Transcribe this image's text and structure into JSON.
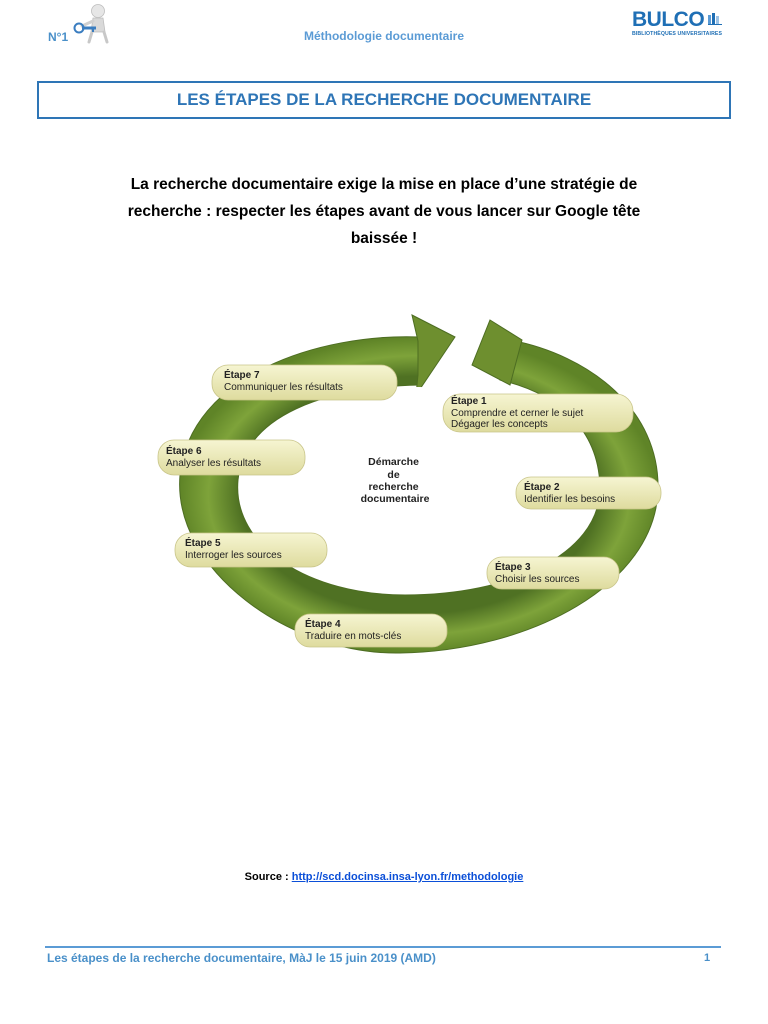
{
  "header": {
    "number": "N°1",
    "title": "Méthodologie documentaire",
    "logo": {
      "name": "BULCO",
      "subtitle": "BIBLIOTHÈQUES UNIVERSITAIRES"
    }
  },
  "title": "LES ÉTAPES DE LA RECHERCHE DOCUMENTAIRE",
  "intro": "La recherche documentaire exige la mise en place d’une stratégie de recherche : respecter les étapes avant de vous lancer sur Google tête baissée !",
  "diagram": {
    "center": [
      "Démarche",
      "de",
      "recherche",
      "documentaire"
    ],
    "steps": [
      {
        "title": "Étape 1",
        "lines": [
          "Comprendre et cerner le sujet",
          "Dégager les concepts"
        ]
      },
      {
        "title": "Étape 2",
        "lines": [
          "Identifier les besoins"
        ]
      },
      {
        "title": "Étape 3",
        "lines": [
          "Choisir les sources"
        ]
      },
      {
        "title": "Étape 4",
        "lines": [
          "Traduire en mots-clés"
        ]
      },
      {
        "title": "Étape 5",
        "lines": [
          "Interroger les sources"
        ]
      },
      {
        "title": "Étape 6",
        "lines": [
          "Analyser les résultats"
        ]
      },
      {
        "title": "Étape 7",
        "lines": [
          "Communiquer les résultats"
        ]
      }
    ]
  },
  "source": {
    "label": "Source : ",
    "url": "http://scd.docinsa.insa-lyon.fr/methodologie"
  },
  "footer": {
    "text": "Les étapes de la recherche documentaire, MàJ le 15 juin 2019 (AMD)",
    "page": "1"
  },
  "colors": {
    "accent": "#2e75b6",
    "ring": "#6e8f2f",
    "pill": "#ecebb6",
    "link": "#0b4fd8"
  }
}
